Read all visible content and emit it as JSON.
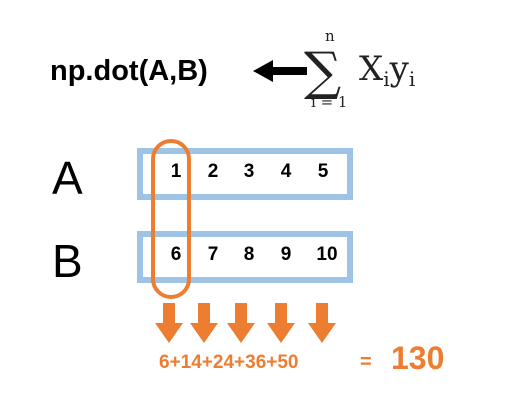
{
  "formula": {
    "function_label": "np.dot(A,B)",
    "sum_upper": "n",
    "sum_lower": "i = 1",
    "sum_symbol": "∑",
    "term_x": "X",
    "term_x_sub": "i",
    "term_y": "y",
    "term_y_sub": "i"
  },
  "arrays": {
    "a_label": "A",
    "a_values": [
      "1",
      "2",
      "3",
      "4",
      "5"
    ],
    "b_label": "B",
    "b_values": [
      "6",
      "7",
      "8",
      "9",
      "10"
    ]
  },
  "result": {
    "products": "6+14+24+36+50",
    "equals": "=",
    "total": "130"
  },
  "colors": {
    "box_border": "#9dc3e6",
    "accent": "#ed7d31"
  }
}
